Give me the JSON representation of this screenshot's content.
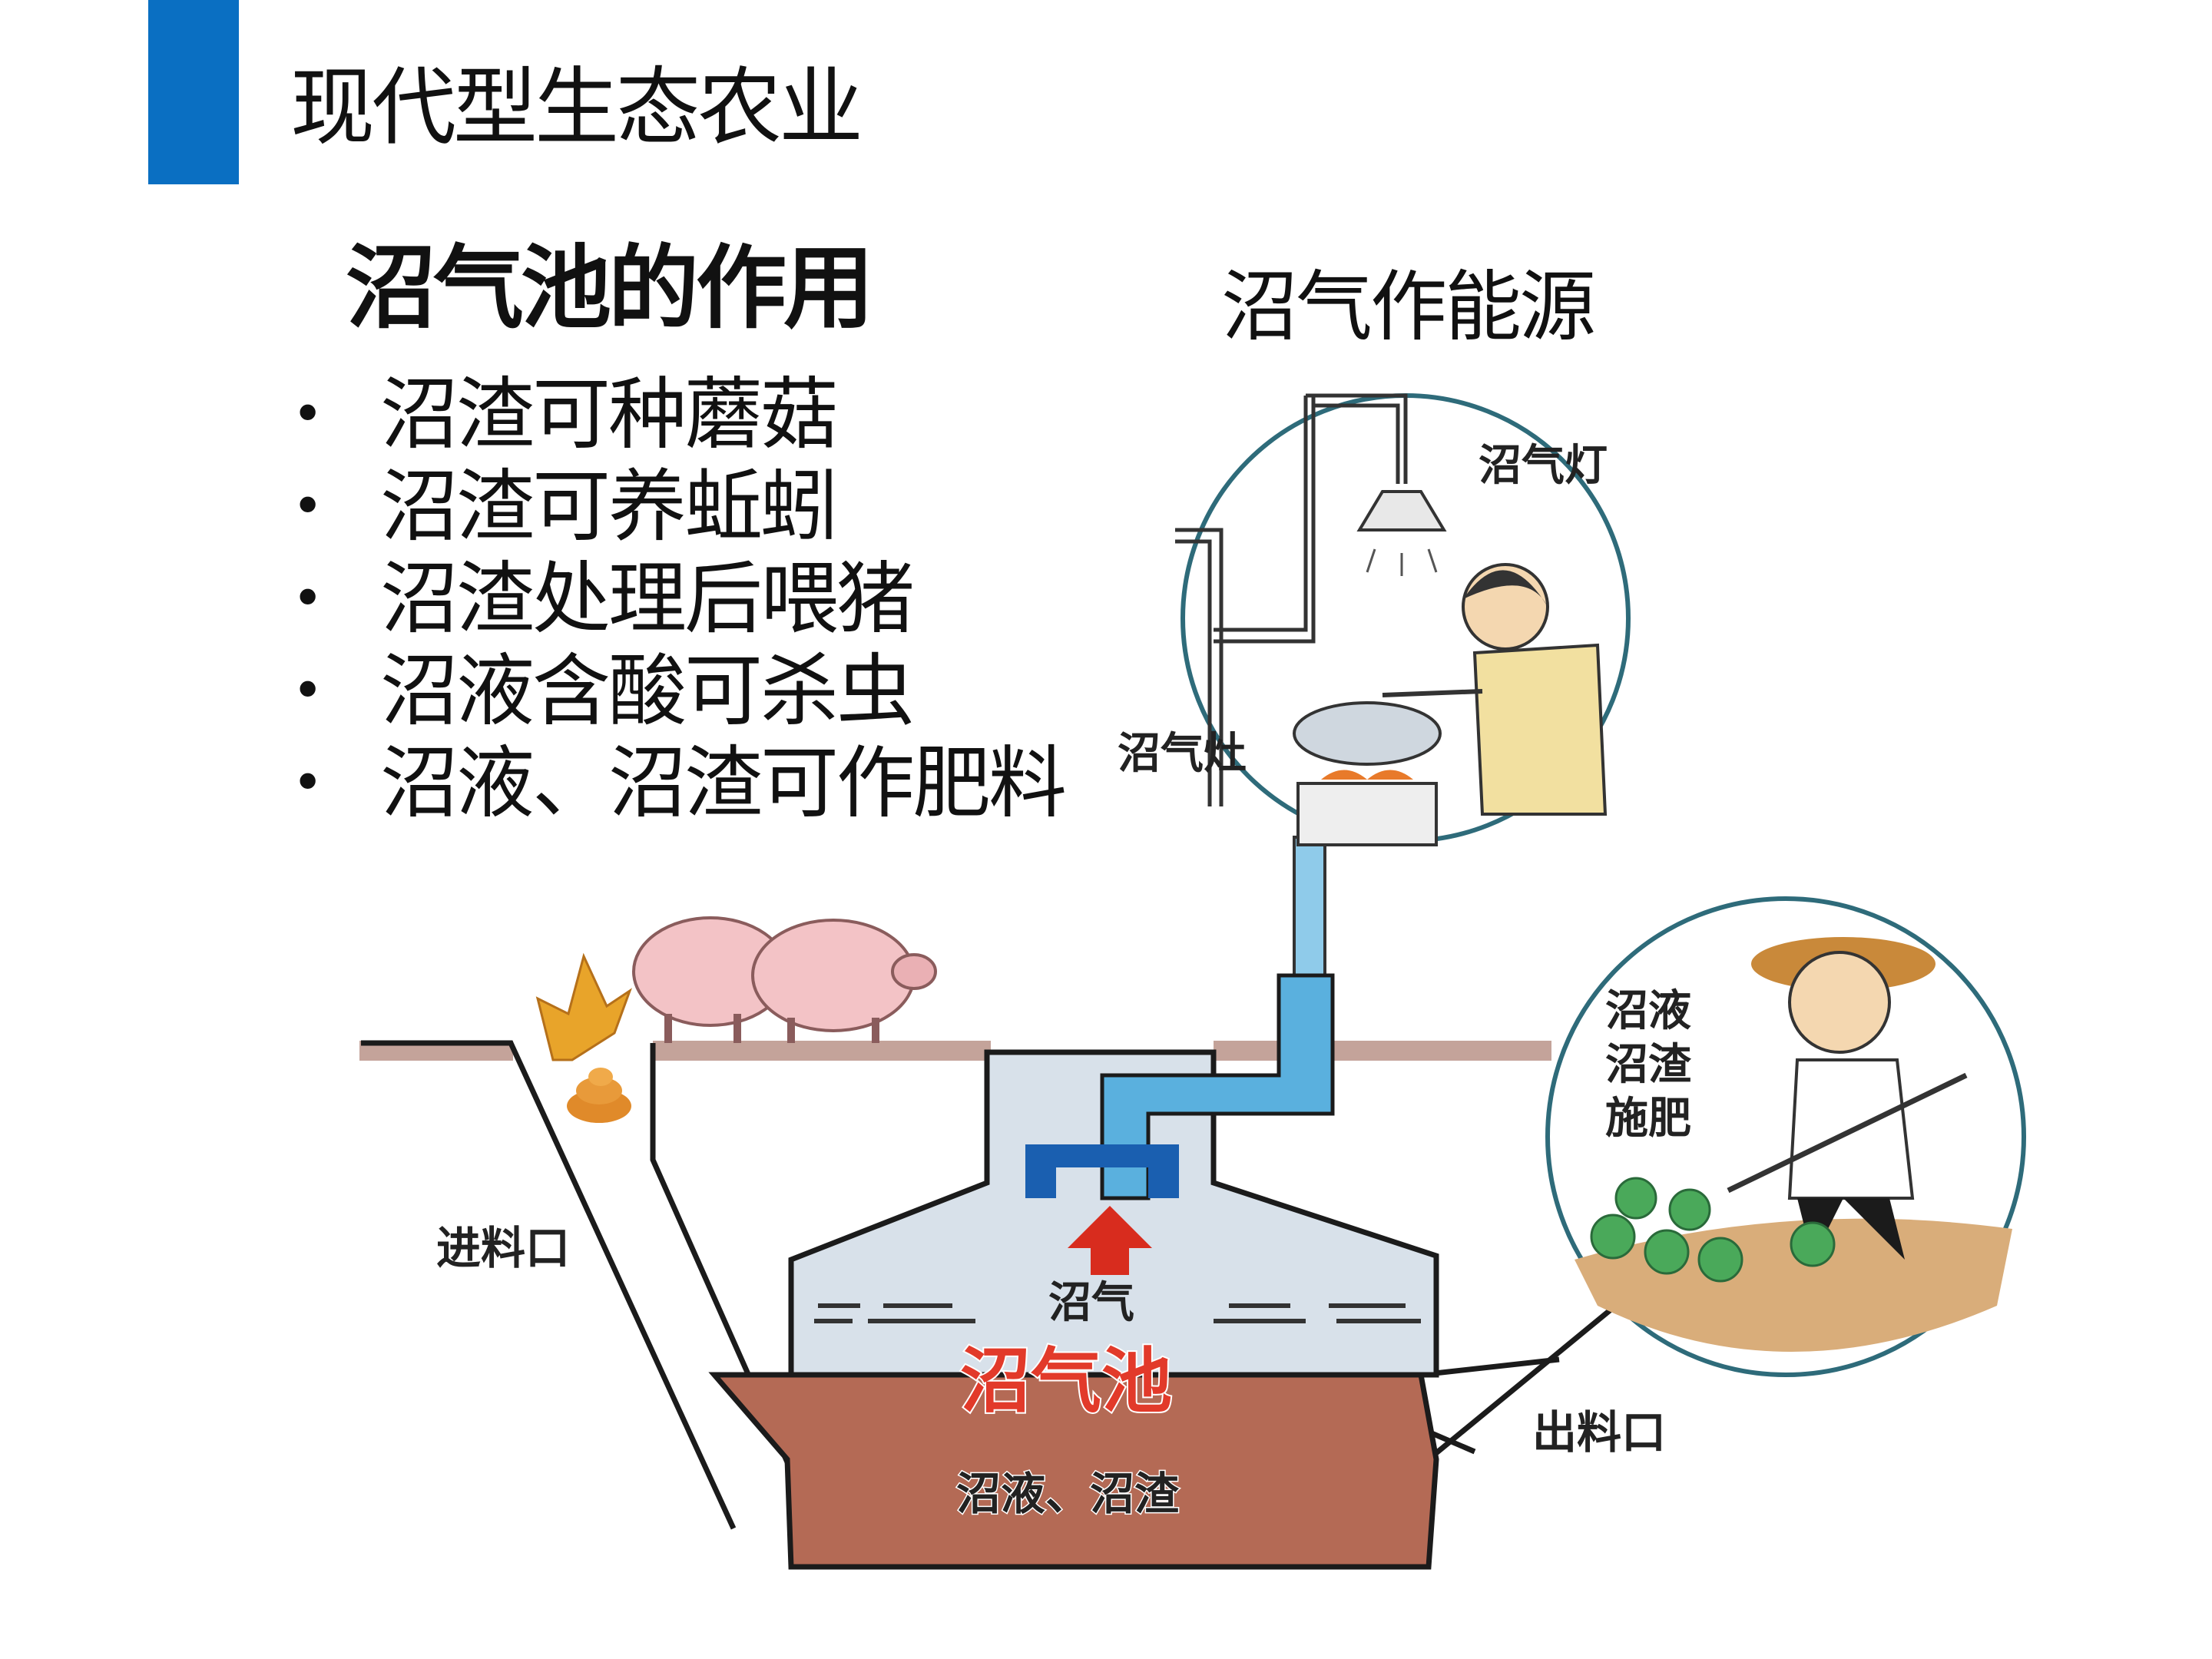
{
  "page": {
    "title": "现代型生态农业"
  },
  "heading": "沼气池的作用",
  "bullets": [
    "沼渣可种蘑菇",
    "沼渣可养蚯蚓",
    "沼渣处理后喂猪",
    "沼液含酸可杀虫",
    "沼液、沼渣可作肥料"
  ],
  "bullet_glyph": "•",
  "energy_label": "沼气作能源",
  "diagram": {
    "lamp_label": "沼气灯",
    "stove_label": "沼气灶",
    "inlet_label": "进料口",
    "outlet_label": "出料口",
    "gas_label": "沼气",
    "tank_label": "沼气池",
    "slurry_label": "沼液、沼渣",
    "fertilize_label": [
      "沼液",
      "沼渣",
      "施肥"
    ]
  },
  "colors": {
    "accent": "#0a6fc2",
    "pipe": "#5ab0de",
    "gas_space": "#d8e1ea",
    "slurry": "#b46a55",
    "ground": "#b08478",
    "tank_label": "#e23a2a",
    "arrow": "#d82c1e",
    "nozzle": "#1a5fb0"
  }
}
